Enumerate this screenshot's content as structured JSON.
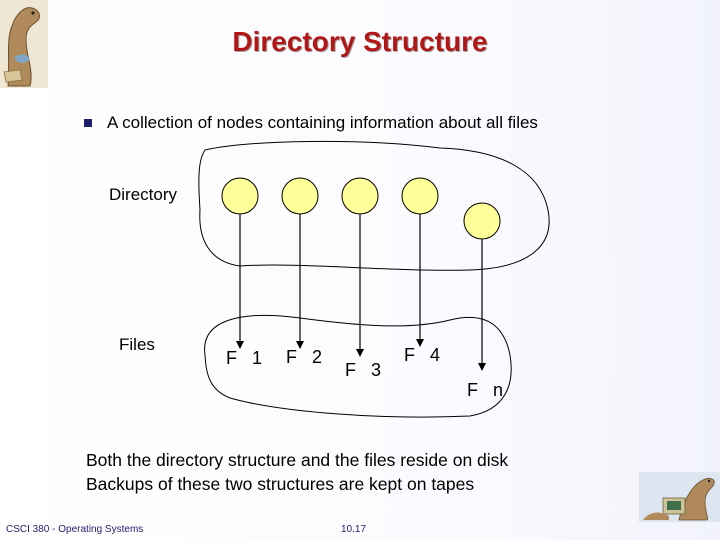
{
  "title": "Directory Structure",
  "bullet": "A collection of nodes containing information about all files",
  "diagram": {
    "directory_label": "Directory",
    "files_label": "Files",
    "files": [
      "F 1",
      "F 2",
      "F 3",
      "F 4",
      "F n"
    ]
  },
  "notes": [
    "Both the directory structure and the files reside on disk",
    "Backups of these two structures are kept on tapes"
  ],
  "footer": {
    "course": "CSCI 380 - Operating Systems",
    "page": "10.17"
  },
  "colors": {
    "title": "#b01818",
    "node_fill": "#ffff99",
    "footer": "#1f1f6e"
  }
}
